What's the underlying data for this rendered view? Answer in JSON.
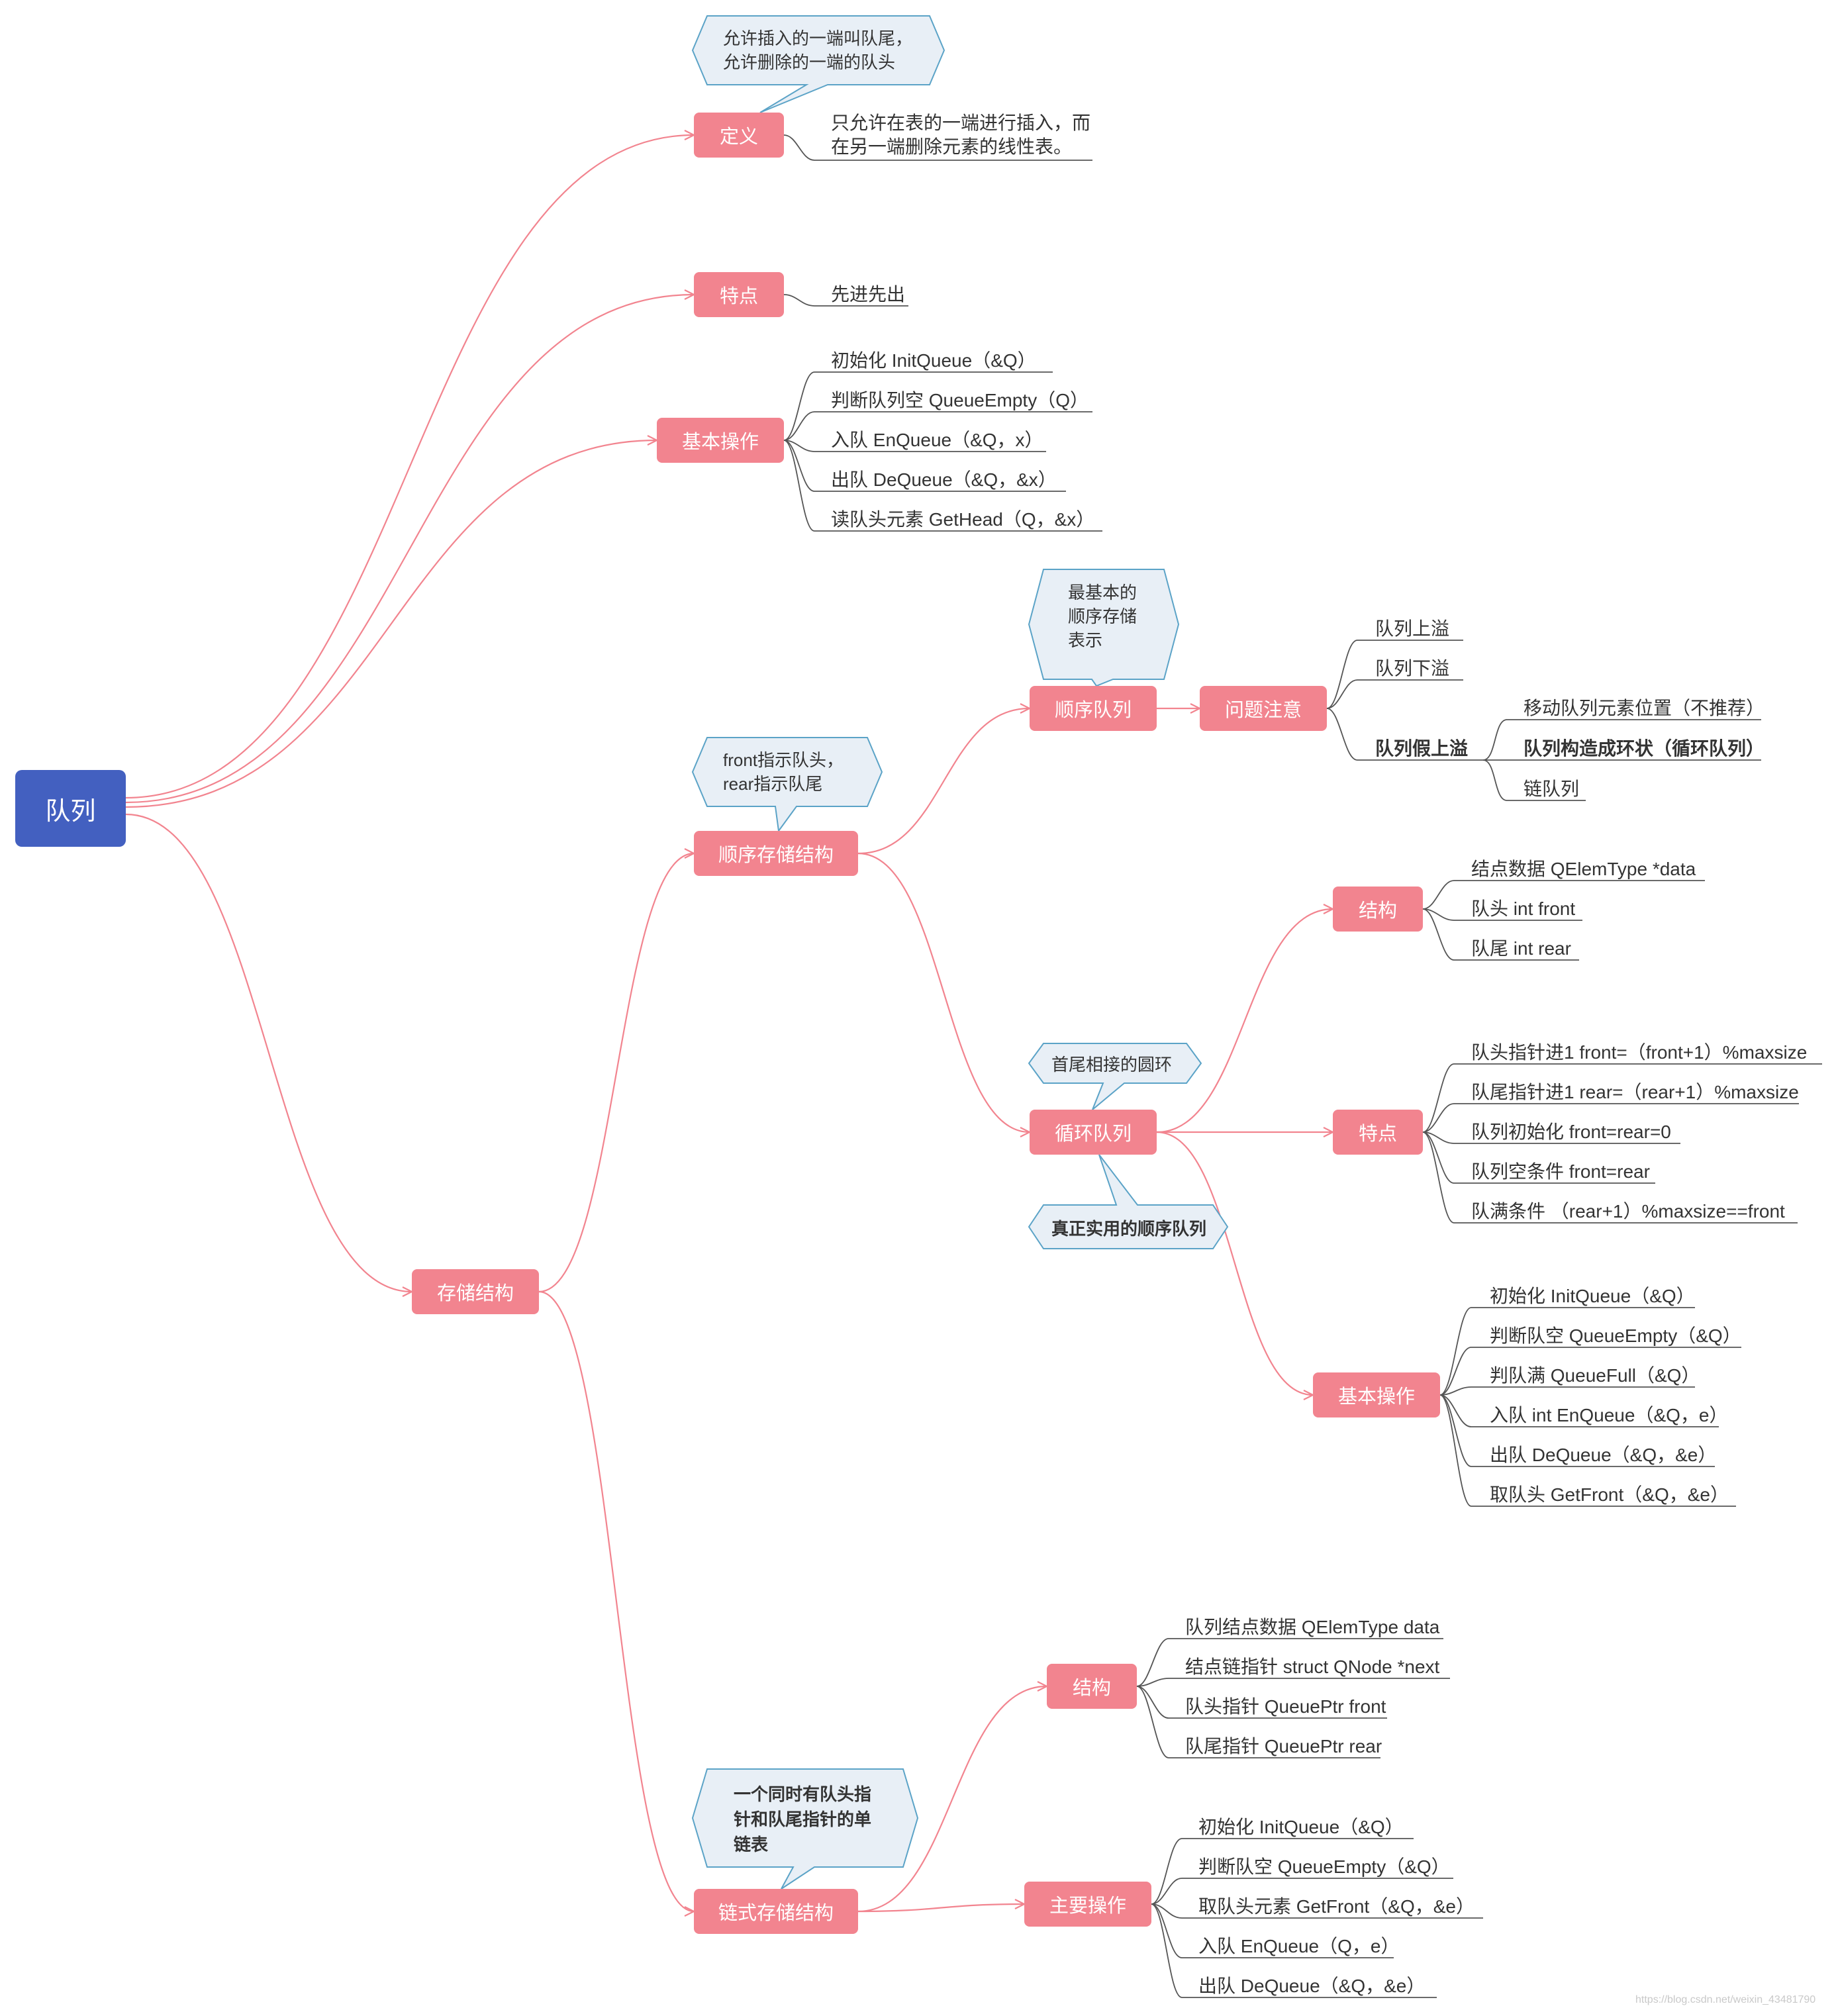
{
  "colors": {
    "root": "#4360c0",
    "branch": "#f2848f",
    "link": "#f2848f",
    "leaf_line": "#555555",
    "callout_fill": "#e8eff6",
    "callout_stroke": "#5ba3c7"
  },
  "root": {
    "label": "队列"
  },
  "definition": {
    "label": "定义",
    "callout": [
      "允许插入的一端叫队尾，",
      "允许删除的一端的队头"
    ],
    "leaf": [
      "只允许在表的一端进行插入，而",
      "在另一端删除元素的线性表。"
    ]
  },
  "feature": {
    "label": "特点",
    "leaf": "先进先出"
  },
  "basic_ops": {
    "label": "基本操作",
    "items": [
      "初始化  InitQueue（&Q）",
      "判断队列空 QueueEmpty（Q）",
      "入队 EnQueue（&Q，x）",
      "出队 DeQueue（&Q，&x）",
      "读队头元素 GetHead（Q，&x）"
    ]
  },
  "storage": {
    "label": "存储结构",
    "sequential": {
      "label": "顺序存储结构",
      "callout": [
        "front指示队头，",
        "rear指示队尾"
      ],
      "seq_queue": {
        "label": "顺序队列",
        "callout": [
          "最基本的",
          "顺序存储",
          "表示"
        ],
        "issues": {
          "label": "问题注意",
          "overflow": "队列上溢",
          "underflow": "队列下溢",
          "false_overflow": {
            "label": "队列假上溢",
            "items": [
              "移动队列元素位置（不推荐）",
              "队列构造成环状（循环队列）",
              "链队列"
            ]
          }
        }
      },
      "circular": {
        "label": "循环队列",
        "callout_top": "首尾相接的圆环",
        "callout_bottom": "真正实用的顺序队列",
        "structure": {
          "label": "结构",
          "items": [
            "结点数据 QElemType *data",
            "队头 int front",
            "队尾 int rear"
          ]
        },
        "features": {
          "label": "特点",
          "items": [
            "队头指针进1 front=（front+1）%maxsize",
            "队尾指针进1 rear=（rear+1）%maxsize",
            "队列初始化 front=rear=0",
            "队列空条件 front=rear",
            "队满条件  （rear+1）%maxsize==front"
          ]
        },
        "ops": {
          "label": "基本操作",
          "items": [
            "初始化 InitQueue（&Q）",
            "判断队空 QueueEmpty（&Q）",
            "判队满 QueueFull（&Q）",
            "入队 int EnQueue（&Q，e）",
            "出队 DeQueue（&Q，&e）",
            "取队头 GetFront（&Q，&e）"
          ]
        }
      }
    },
    "linked": {
      "label": "链式存储结构",
      "callout": [
        "一个同时有队头指",
        "针和队尾指针的单",
        "链表"
      ],
      "structure": {
        "label": "结构",
        "items": [
          "队列结点数据 QElemType data",
          "结点链指针 struct QNode *next",
          "队头指针 QueuePtr front",
          "队尾指针 QueuePtr rear"
        ]
      },
      "ops": {
        "label": "主要操作",
        "items": [
          "初始化 InitQueue（&Q）",
          "判断队空 QueueEmpty（&Q）",
          "取队头元素 GetFront（&Q，&e）",
          "入队 EnQueue（Q，e）",
          "出队 DeQueue（&Q，&e）"
        ]
      }
    }
  },
  "watermark": "https://blog.csdn.net/weixin_43481790"
}
